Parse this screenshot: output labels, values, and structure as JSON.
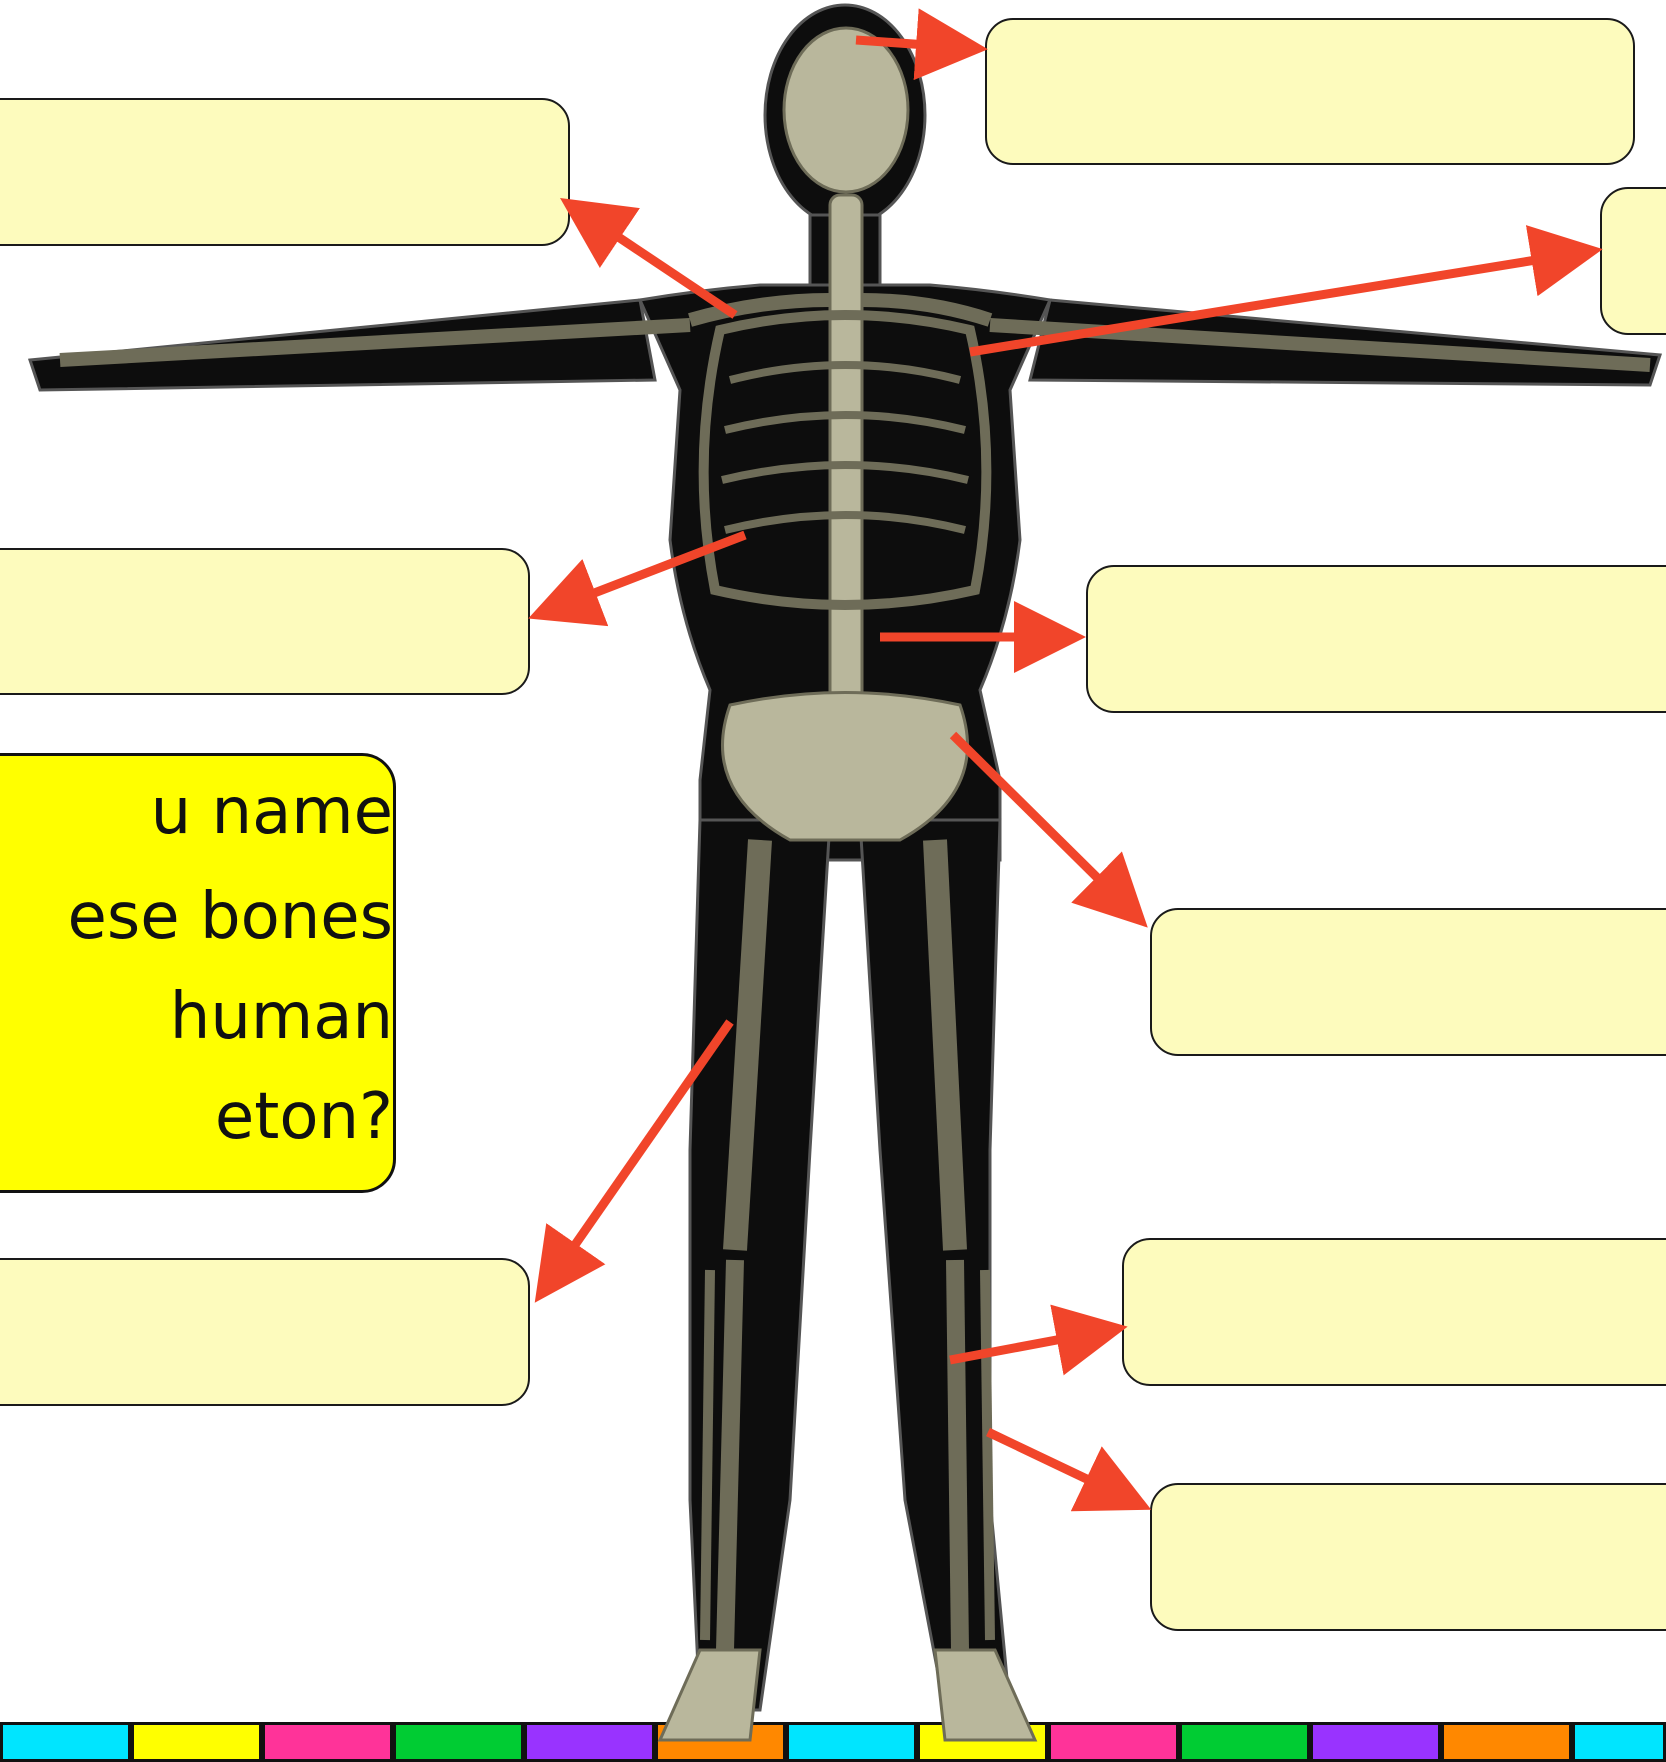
{
  "question": {
    "lines": [
      "u name",
      "ese bones",
      "human",
      "eton?"
    ]
  },
  "colors": {
    "label_fill": "#fdfbbd",
    "question_fill": "#ffff00",
    "arrow": "#f1452a",
    "bone": "#b9b79c",
    "body_silhouette": "#0d0d0d"
  },
  "bottom_strip_colors": [
    "#00e5ff",
    "#ffff00",
    "#ff3399",
    "#00cc33",
    "#9933ff",
    "#ff8800",
    "#00e5ff",
    "#ffff00",
    "#ff3399",
    "#00cc33",
    "#9933ff",
    "#ff8800",
    "#00e5ff"
  ],
  "labels": [
    "",
    "",
    "",
    "",
    "",
    "",
    "",
    "",
    "",
    ""
  ]
}
